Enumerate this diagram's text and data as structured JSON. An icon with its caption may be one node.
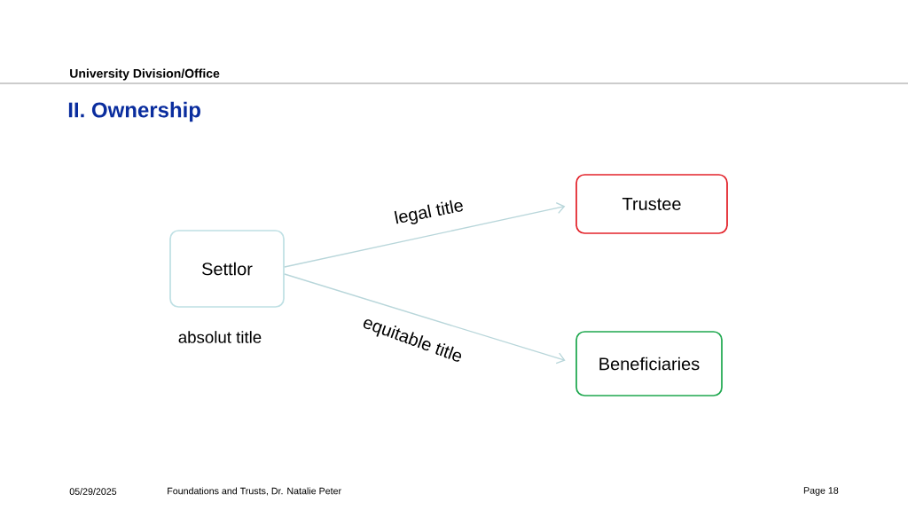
{
  "diagram": {
    "title": "II. Ownership",
    "nodes": [
      {
        "text": [
          "Settlor"
        ],
        "beside": [
          "absolut title"
        ]
      },
      {
        "text": [
          "Trustee"
        ]
      },
      {
        "text": [
          "Beneficiaries"
        ]
      }
    ],
    "edges": [
      {
        "from": 0,
        "to": 1,
        "arrow": "to",
        "label": "legal title"
      },
      {
        "from": 0,
        "to": 2,
        "arrow": "to",
        "label": "equitable title"
      }
    ],
    "labels": [
      "University Division/Office",
      "05/29/2025",
      "Foundations and Trusts, Dr. Natalie Peter",
      "Page 18"
    ]
  }
}
